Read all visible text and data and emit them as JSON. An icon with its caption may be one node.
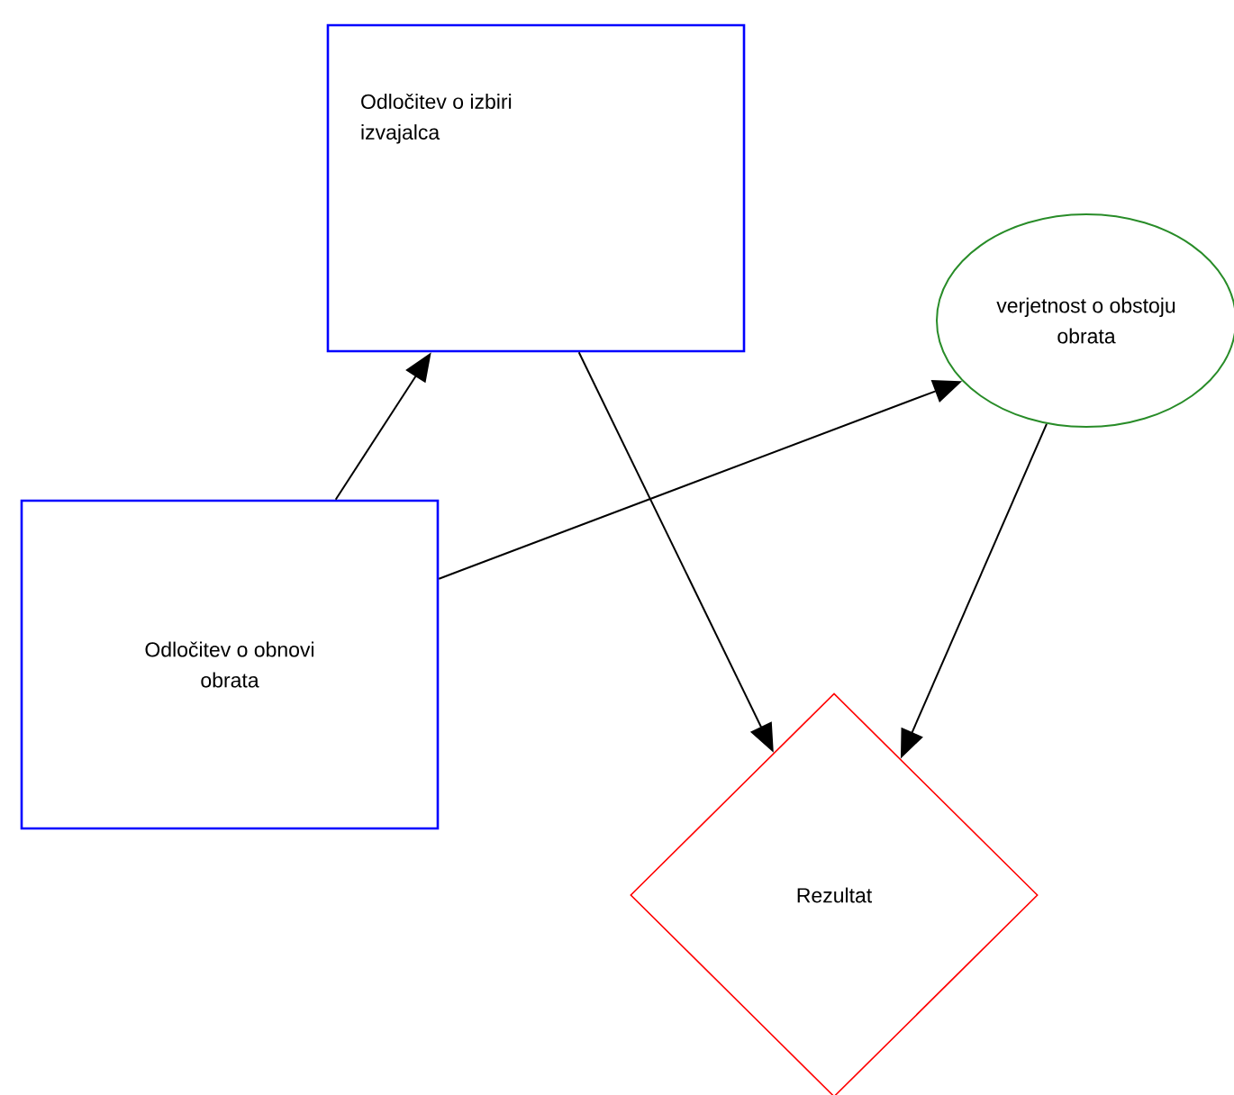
{
  "diagram": {
    "nodes": [
      {
        "text": [
          "Odločitev o izbiri izvajalca"
        ]
      },
      {
        "text": [
          "verjetnost o obstoju obrata"
        ]
      },
      {
        "text": [
          "Odločitev o obnovi obrata"
        ]
      },
      {
        "text": [
          "Rezultat"
        ]
      }
    ],
    "edges": [
      {
        "from": 2,
        "to": 0,
        "arrow": "to"
      },
      {
        "from": 2,
        "to": 1,
        "arrow": "to"
      },
      {
        "from": 0,
        "to": 3,
        "arrow": "to"
      },
      {
        "from": 1,
        "to": 3,
        "arrow": "to"
      }
    ]
  }
}
